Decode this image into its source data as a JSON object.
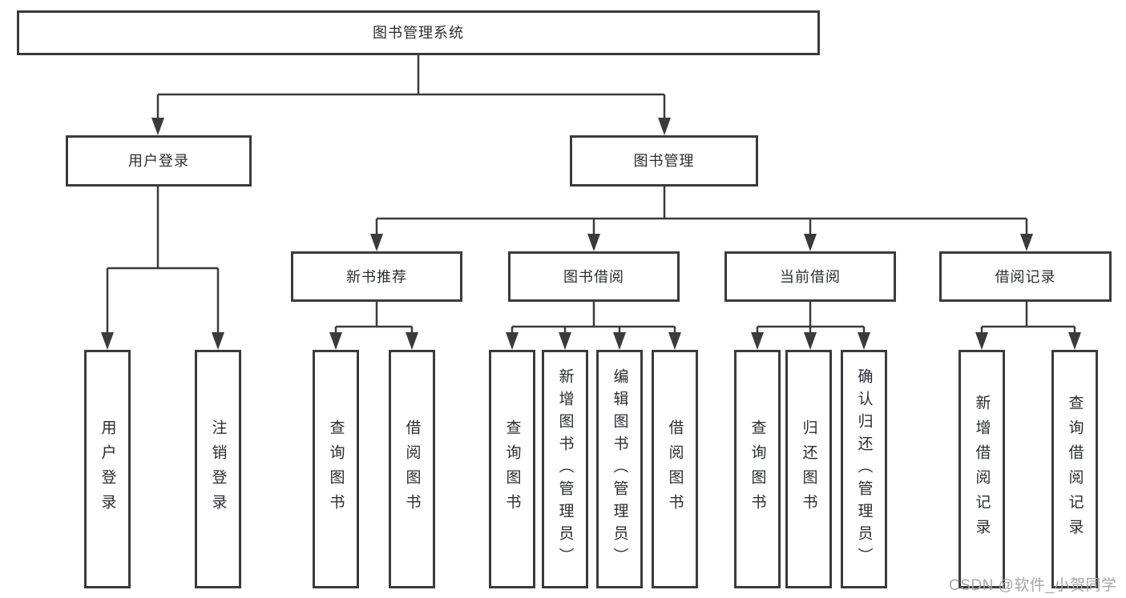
{
  "tree": {
    "label": "图书管理系统",
    "children": [
      {
        "label": "用户登录",
        "children": [
          {
            "label": "用户登录"
          },
          {
            "label": "注销登录"
          }
        ]
      },
      {
        "label": "图书管理",
        "children": [
          {
            "label": "新书推荐",
            "children": [
              {
                "label": "查询图书"
              },
              {
                "label": "借阅图书"
              }
            ]
          },
          {
            "label": "图书借阅",
            "children": [
              {
                "label": "查询图书"
              },
              {
                "label": "新增图书（管理员）"
              },
              {
                "label": "编辑图书（管理员）"
              },
              {
                "label": "借阅图书"
              }
            ]
          },
          {
            "label": "当前借阅",
            "children": [
              {
                "label": "查询图书"
              },
              {
                "label": "归还图书"
              },
              {
                "label": "确认归还（管理员）"
              }
            ]
          },
          {
            "label": "借阅记录",
            "children": [
              {
                "label": "新增借阅记录"
              },
              {
                "label": "查询借阅记录"
              }
            ]
          }
        ]
      }
    ]
  },
  "watermark": "CSDN @软件_小贺同学",
  "colors": {
    "line": "#3b3b3b",
    "box_border": "#3b3b3b",
    "box_background": "#ffffff",
    "text": "#2b2d31",
    "watermark": "#a6a6a6",
    "page_background": "#ffffff"
  }
}
